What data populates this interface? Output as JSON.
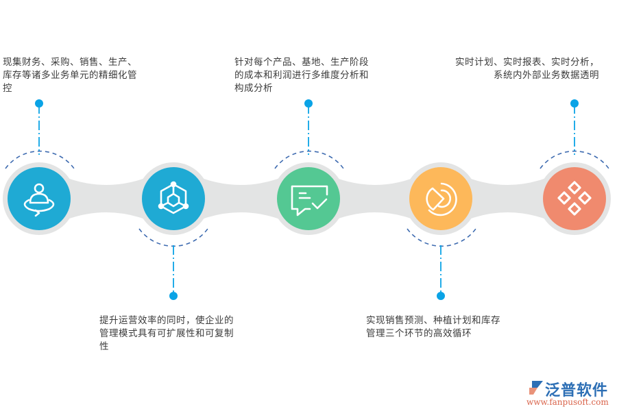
{
  "steps": [
    {
      "id": 1,
      "color": "#1faad4",
      "icon": "person-rotate-icon",
      "position": "top",
      "text": "现集财务、采购、销售、生产、库存等诸多业务单元的精细化管控",
      "lines": [
        "现集财务、采购、销售、生产、",
        "库存等诸多业务单元的精细化管",
        "控"
      ]
    },
    {
      "id": 2,
      "color": "#1faad4",
      "icon": "hexagon-network-icon",
      "position": "bottom",
      "text": "提升运营效率的同时，使企业的管理模式具有可扩展性和可复制性",
      "lines": [
        "提升运营效率的同时，使企业的",
        "管理模式具有可扩展性和可复制",
        "性"
      ]
    },
    {
      "id": 3,
      "color": "#54c893",
      "icon": "message-check-icon",
      "position": "top",
      "text": "针对每个产品、基地、生产阶段的成本和利润进行多维度分析和构成分析",
      "lines": [
        "针对每个产品、基地、生产阶段",
        "的成本和利润进行多维度分析和",
        "构成分析"
      ]
    },
    {
      "id": 4,
      "color": "#fdb85a",
      "icon": "pie-chart-icon",
      "position": "bottom",
      "text": "实现销售预测、种植计划和库存管理三个环节的高效循环",
      "lines": [
        "实现销售预测、种植计划和库存",
        "管理三个环节的高效循环"
      ]
    },
    {
      "id": 5,
      "color": "#f08a6e",
      "icon": "four-diamonds-icon",
      "position": "top",
      "text": "实时计划、实时报表、实时分析，系统内外部业务数据透明",
      "lines": [
        "实时计划、实时报表、实时分析，",
        "系统内外部业务数据透明"
      ]
    }
  ],
  "colors": {
    "connector_gray": "#e3e4e4",
    "dashed_arc": "#3e6bb0",
    "pin": "#0aa3e6",
    "text": "#3b3b3b"
  },
  "logo": {
    "name": "泛普软件",
    "url": "www.fanpusoft.com"
  }
}
